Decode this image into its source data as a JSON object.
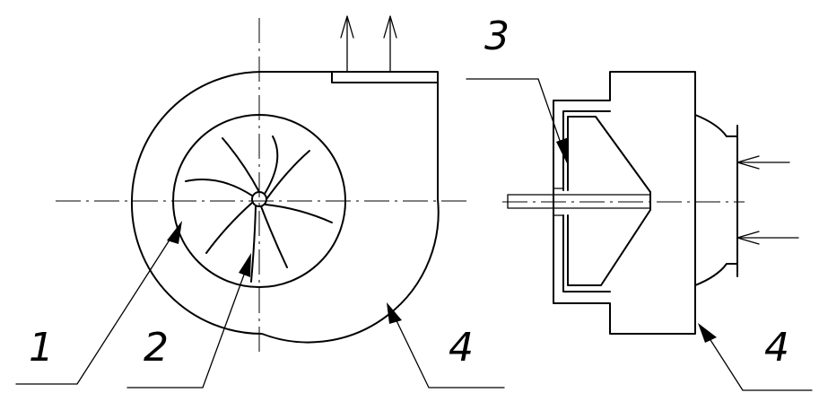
{
  "labels": {
    "impeller_housing_ref": "1",
    "blades_ref": "2",
    "side_ref": "3",
    "casing_ref_front": "4",
    "casing_ref_side": "4"
  },
  "colors": {
    "line": "#000000",
    "background": "#ffffff"
  },
  "icons": {
    "outlet_arrows": "arrow-up-icon",
    "inlet_arrows": "arrow-left-icon"
  }
}
